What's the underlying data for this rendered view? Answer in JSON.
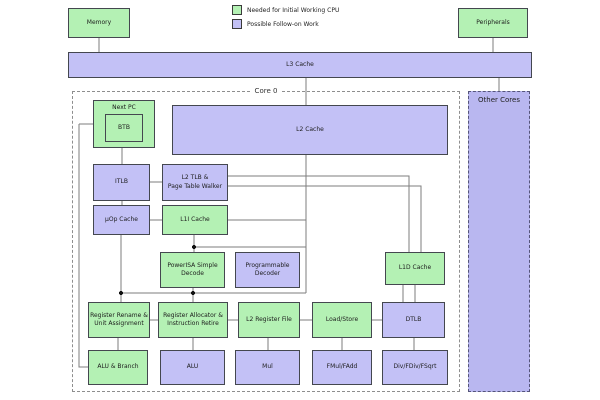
{
  "colors": {
    "initial_cpu_green": "#b4f1b4",
    "follow_on_purple": "#c3c1f6",
    "other_cores_purple": "#b9b7f0"
  },
  "legend": {
    "items": [
      {
        "label": "Needed for Initial Working CPU",
        "category": "initial"
      },
      {
        "label": "Possible Follow-on Work",
        "category": "follow_on"
      }
    ]
  },
  "system": {
    "memory": "Memory",
    "peripherals": "Peripherals",
    "l3_cache": "L3 Cache",
    "other_cores": "Other Cores"
  },
  "core": {
    "title": "Core 0",
    "next_pc": "Next PC",
    "btb": "BTB",
    "l2_cache": "L2 Cache",
    "itlb": "ITLB",
    "l2_tlb_ptw": "L2 TLB &\nPage Table Walker",
    "uop_cache": "µOp Cache",
    "l1i_cache": "L1I Cache",
    "powerisa_decode": "PowerISA Simple\nDecode",
    "programmable_decoder": "Programmable\nDecoder",
    "l1d_cache": "L1D Cache",
    "register_rename": "Register Rename &\nUnit Assignment",
    "register_allocator": "Register Allocator &\nInstruction Retire",
    "l2_register_file": "L2 Register File",
    "load_store": "Load/Store",
    "dtlb": "DTLB",
    "alu_branch": "ALU & Branch",
    "alu": "ALU",
    "mul": "Mul",
    "fmul_fadd": "FMul/FAdd",
    "div_fdiv_fsqrt": "Div/FDiv/FSqrt"
  }
}
